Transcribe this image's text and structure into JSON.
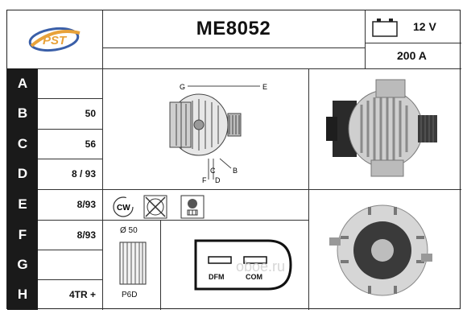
{
  "header": {
    "brand_logo_text": "PST",
    "part_number": "ME8052",
    "voltage": "12 V",
    "amperage": "200 A"
  },
  "rows": [
    {
      "label": "A",
      "value": ""
    },
    {
      "label": "B",
      "value": "50"
    },
    {
      "label": "C",
      "value": "56"
    },
    {
      "label": "D",
      "value": "8 / 93"
    },
    {
      "label": "E",
      "value": "8/93"
    },
    {
      "label": "F",
      "value": "8/93"
    },
    {
      "label": "G",
      "value": ""
    },
    {
      "label": "H",
      "value": "4TR +"
    }
  ],
  "diagram_labels": {
    "g": "G",
    "e": "E",
    "f": "F",
    "c": "C",
    "d": "D",
    "b": "B"
  },
  "icons": {
    "rotation": "CW",
    "rotation_icon": "cw-rotation-icon",
    "fan_icon": "crossed-fan-icon",
    "regulator_icon": "regulator-icon"
  },
  "pulley": {
    "diameter_label": "Ø 50",
    "type_label": "P6D"
  },
  "connector": {
    "pin1": "DFM",
    "pin2": "COM"
  },
  "watermark": "oboe.ru",
  "colors": {
    "row_label_bg": "#1a1a1a",
    "row_label_fg": "#ffffff",
    "logo_orange": "#e8a23a",
    "logo_blue": "#3a5fa8"
  }
}
